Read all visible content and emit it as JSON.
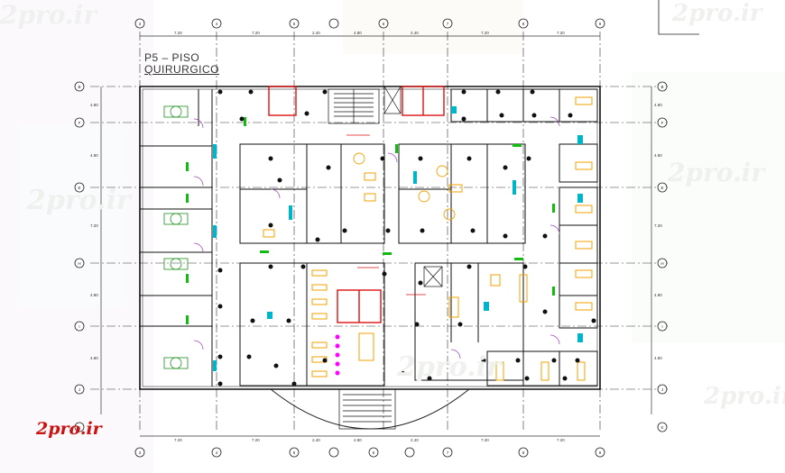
{
  "title_line1": "P5 – PISO",
  "title_line2": "QUIRURGICO",
  "logo_text": "2pro.ir",
  "watermark_text": "2pro.ir",
  "top_axis_labels": [
    "3",
    "4",
    "5",
    "6",
    "7",
    "8",
    "9"
  ],
  "bottom_axis_labels": [
    "3",
    "4",
    "5",
    "6",
    "7",
    "8",
    "9"
  ],
  "left_axis_labels": [
    "B",
    "F",
    "E",
    "H",
    "I",
    "J",
    "K"
  ],
  "right_axis_labels": [
    "B",
    "F",
    "E",
    "H",
    "I",
    "J",
    "K"
  ],
  "top_dimensions": [
    "7.20",
    "7.20",
    "2.40",
    "4.80",
    "2.40",
    "7.20",
    "7.20"
  ],
  "bottom_dimensions": [
    "7.20",
    "7.20",
    "2.40",
    "4.80",
    "2.40",
    "7.20",
    "7.20"
  ],
  "side_dimensions": [
    "4.80",
    "4.80",
    "7.20",
    "4.80",
    "4.80"
  ],
  "colors": {
    "lines": "#111111",
    "logo": "#cc1111",
    "watermark": "#e8ebe8",
    "equipment_red": "#dd1111",
    "furniture_orange": "#f2a100",
    "wall_cyan": "#00b5c8",
    "door_green": "#11bb11",
    "accent_magenta": "#ff00ff",
    "door_swing": "#9a3fb5"
  }
}
